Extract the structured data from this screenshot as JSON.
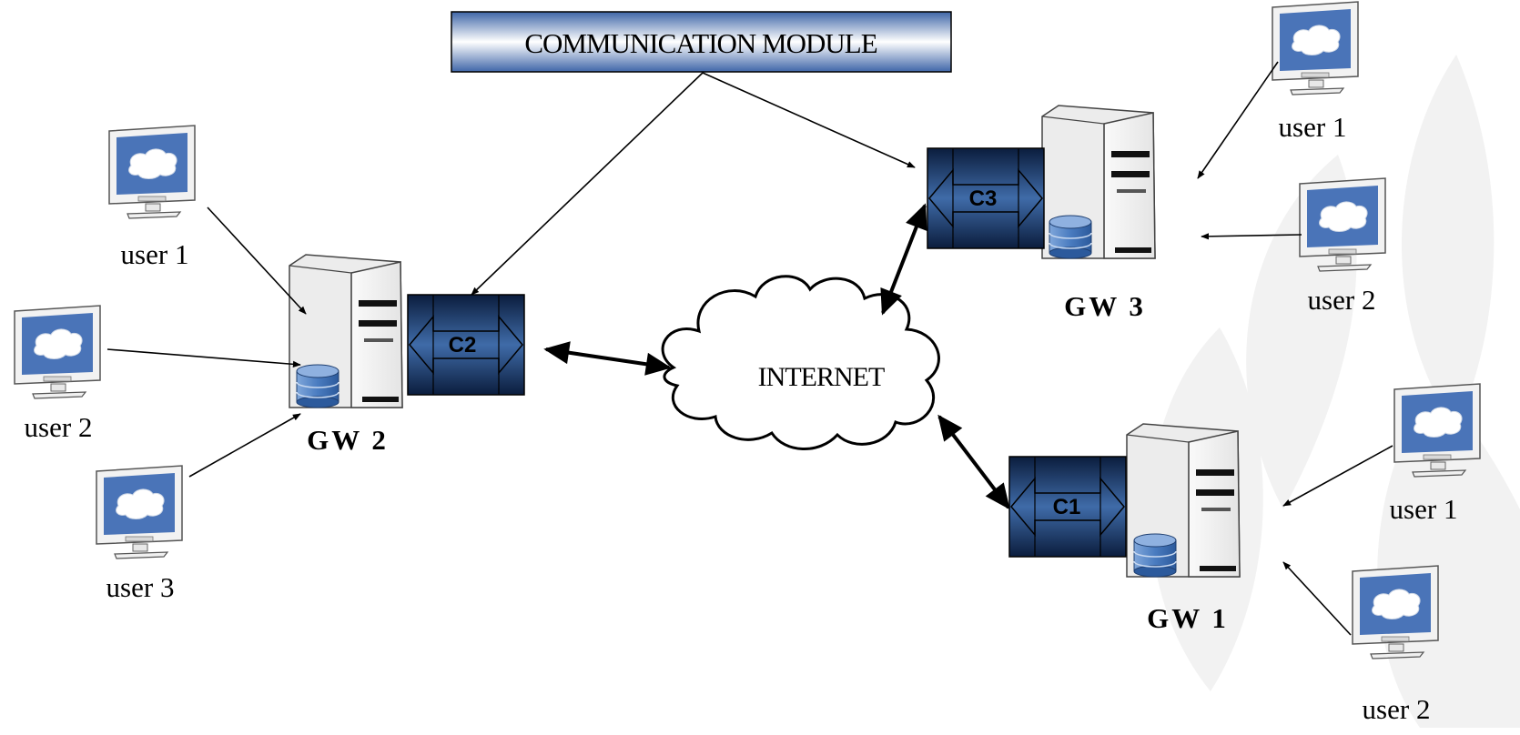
{
  "module": {
    "label": "COMMUNICATION MODULE"
  },
  "internet": {
    "label": "INTERNET"
  },
  "gateways": [
    {
      "id": "gw2",
      "label": "GW 2",
      "connector": "C2"
    },
    {
      "id": "gw3",
      "label": "GW 3",
      "connector": "C3"
    },
    {
      "id": "gw1",
      "label": "GW 1",
      "connector": "C1"
    }
  ],
  "users": {
    "gw2": [
      "user 1",
      "user 2",
      "user 3"
    ],
    "gw3": [
      "user 1",
      "user 2"
    ],
    "gw1": [
      "user 1",
      "user 2"
    ]
  },
  "colors": {
    "monitor_screen": "#4a74b8",
    "connector_dark": "#0d2244",
    "connector_light": "#3c68a4",
    "module_edge": "#5a80bc",
    "db_blue": "#4a7cc0",
    "watermark": "#f1f1f1"
  }
}
